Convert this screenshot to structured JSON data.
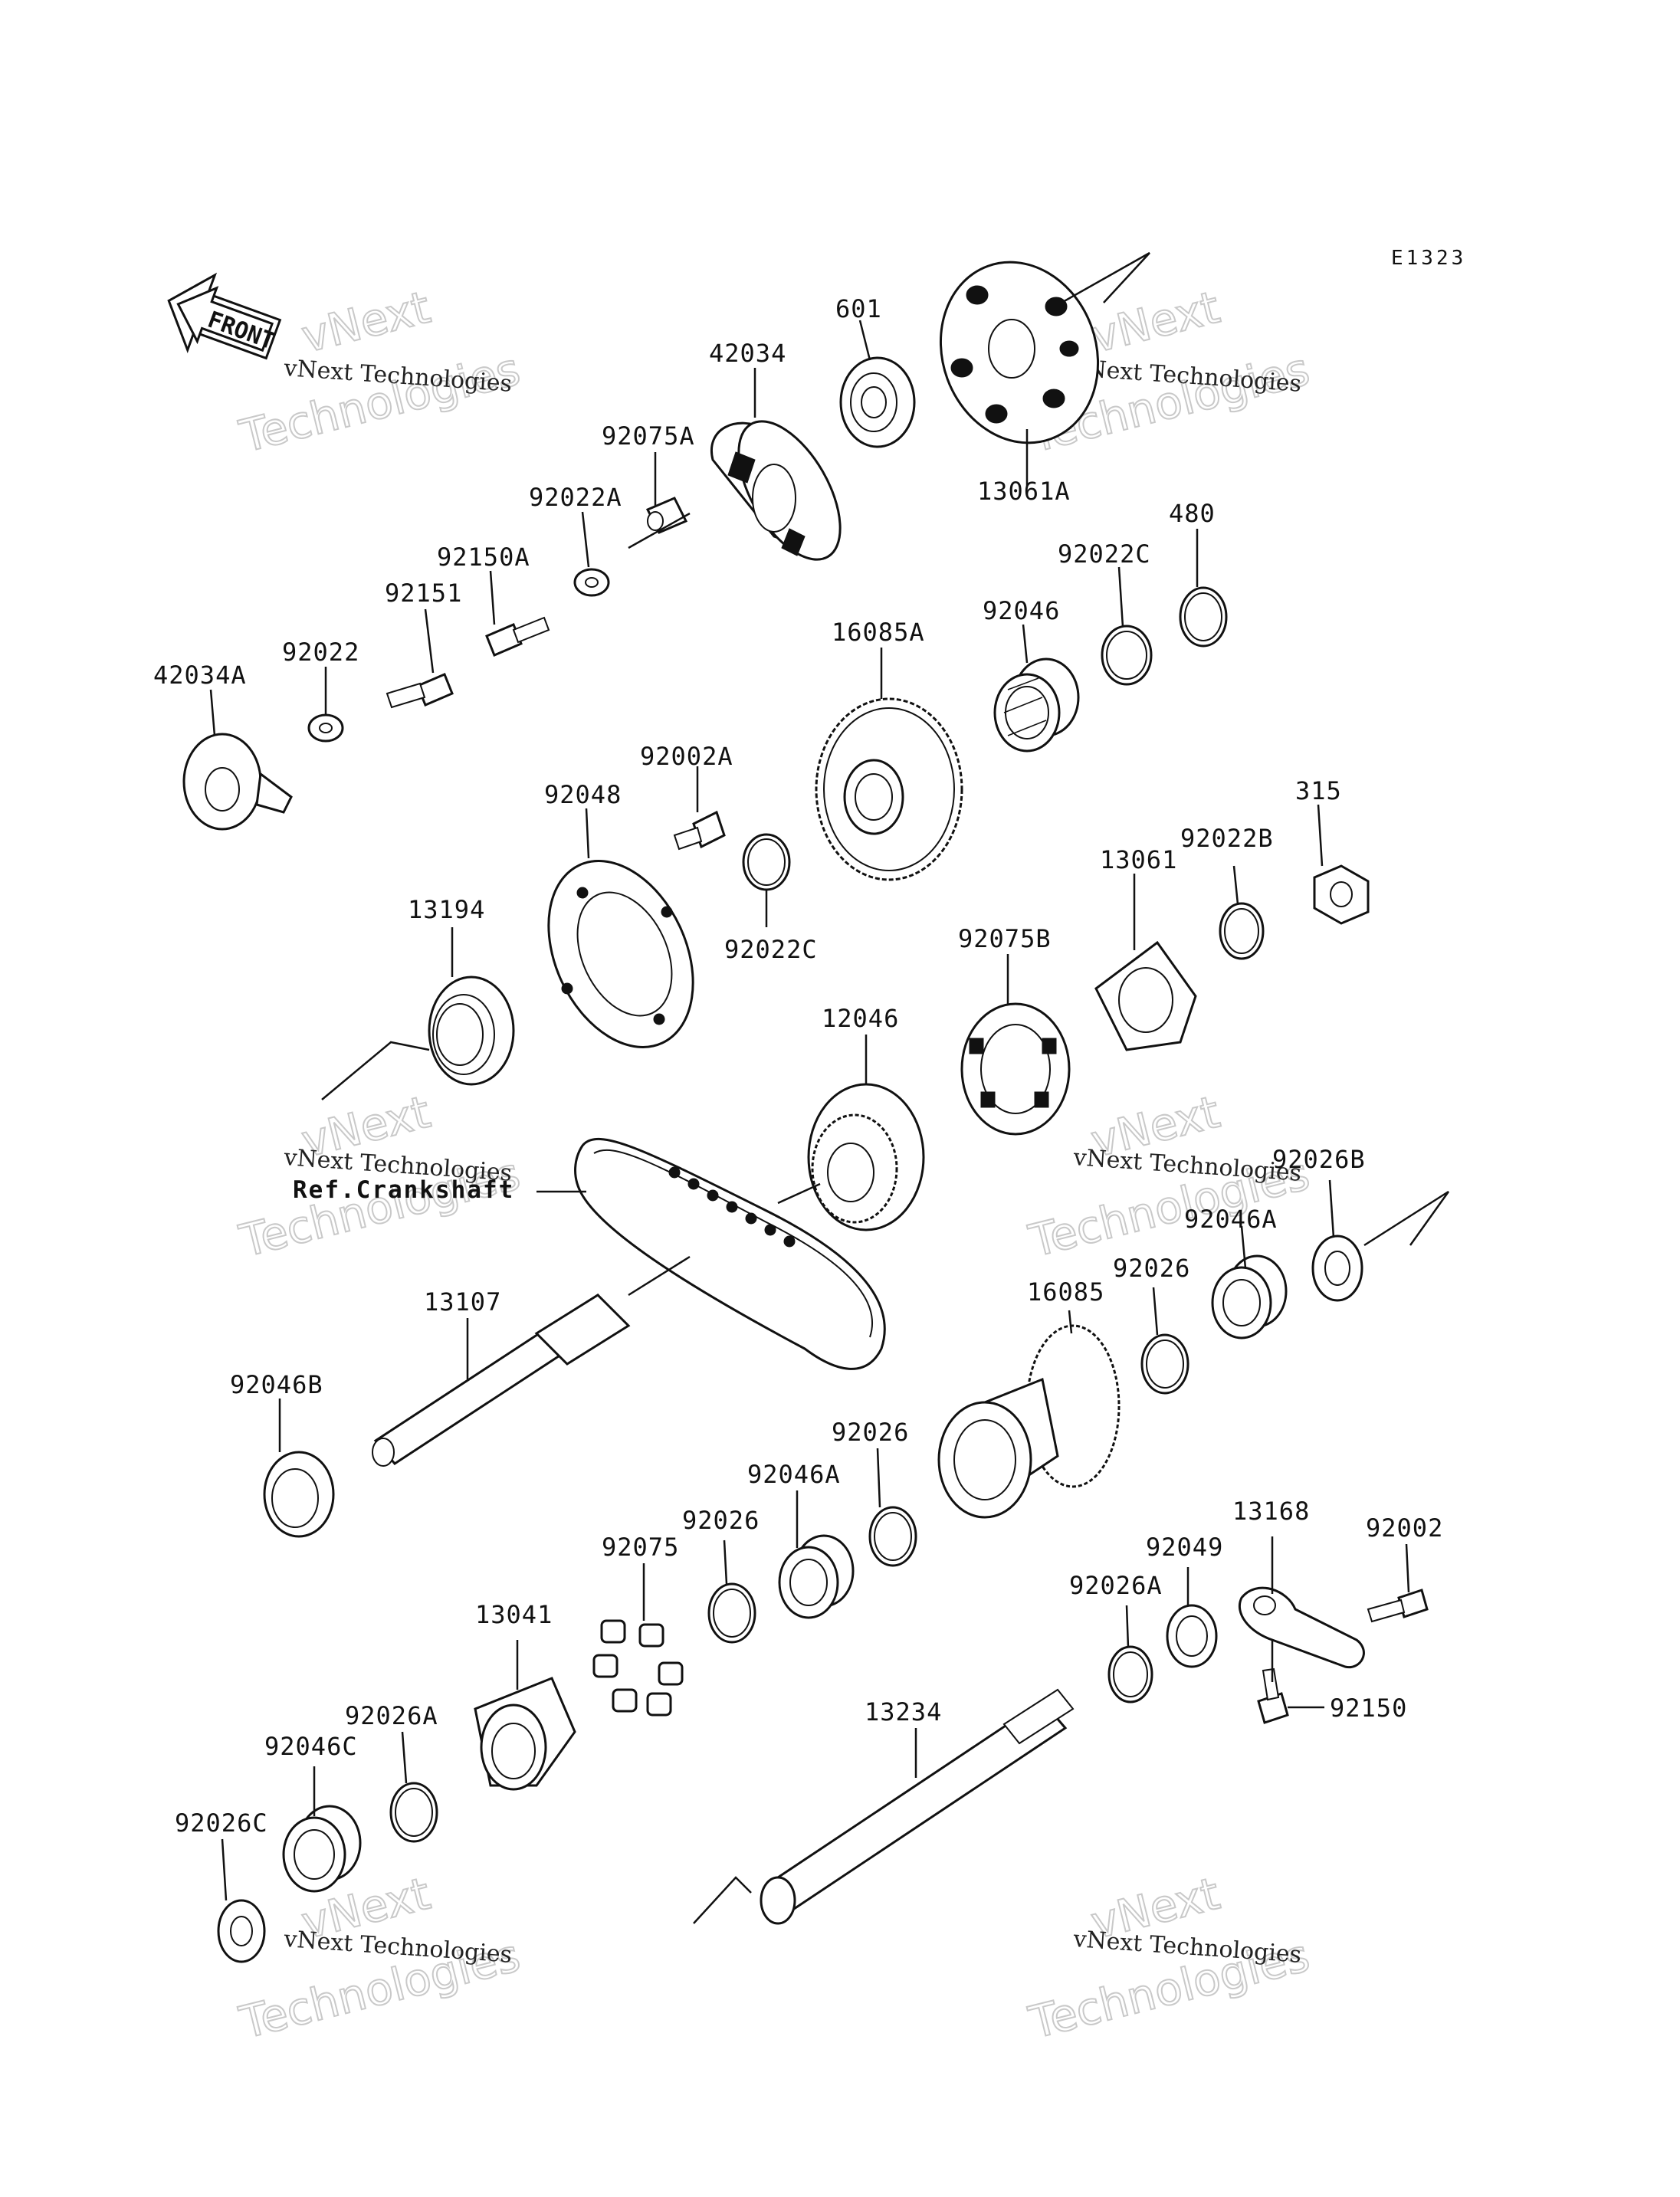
{
  "diagram_code": "E1323",
  "front_label": "FRONT",
  "reference_label": "Ref.Crankshaft",
  "watermark": {
    "company": "vNext Technologies",
    "word1": "vNext",
    "word2": "Technologies"
  },
  "parts": [
    "601",
    "42034",
    "92075A",
    "13061A",
    "92022A",
    "480",
    "92150A",
    "92022C",
    "92151",
    "92046",
    "16085A",
    "92022",
    "42034A",
    "92002A",
    "92048",
    "315",
    "92022B",
    "13061",
    "13194",
    "92022C",
    "92075B",
    "12046",
    "92026B",
    "92046A",
    "13107",
    "92026",
    "16085",
    "92046B",
    "92026",
    "92046A",
    "92026",
    "13168",
    "92002",
    "92075",
    "92049",
    "92026A",
    "13041",
    "92150",
    "92026A",
    "13234",
    "92046C",
    "92026C"
  ]
}
